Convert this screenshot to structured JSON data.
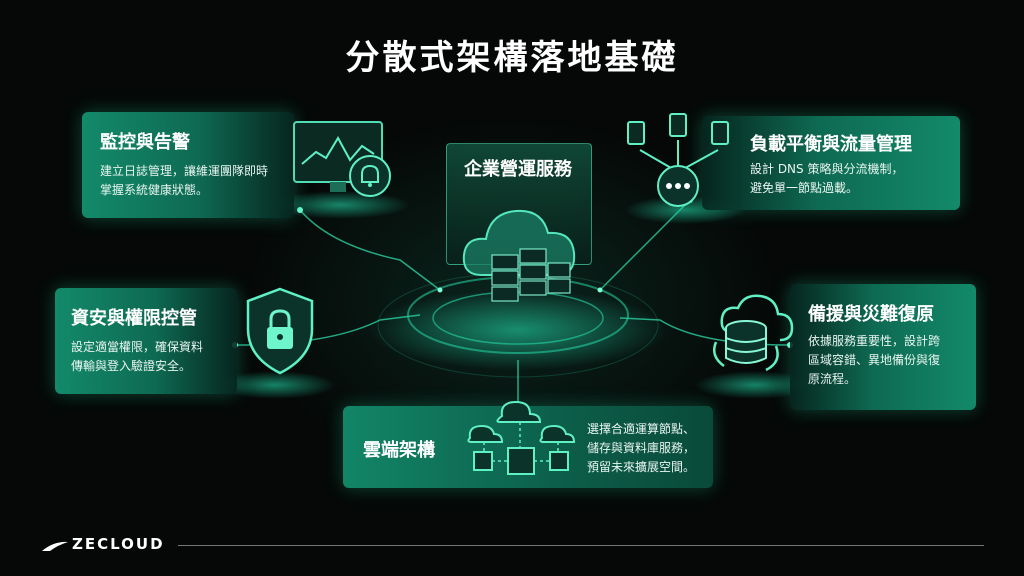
{
  "title": "分散式架構落地基礎",
  "center": {
    "label": "企業營運服務"
  },
  "cards": {
    "monitoring": {
      "title": "監控與告警",
      "desc": "建立日誌管理，讓維運團隊即時\n掌握系統健康狀態。"
    },
    "load_balancing": {
      "title": "負載平衡與流量管理",
      "desc": "設計 DNS 策略與分流機制，\n避免單一節點過載。"
    },
    "security": {
      "title": "資安與權限控管",
      "desc": "設定適當權限，確保資料\n傳輸與登入驗證安全。"
    },
    "disaster_recovery": {
      "title": "備援與災難復原",
      "desc": "依據服務重要性，設計跨\n區域容錯、異地備份與復\n原流程。"
    },
    "cloud_architecture": {
      "title": "雲端架構",
      "desc": "選擇合適運算節點、\n儲存與資料庫服務，\n預留未來擴展空間。"
    }
  },
  "footer": {
    "logo": "ZECLOUD"
  },
  "colors": {
    "accent": "#18c29a",
    "card": "#0f7a5e",
    "background": "#050807"
  }
}
